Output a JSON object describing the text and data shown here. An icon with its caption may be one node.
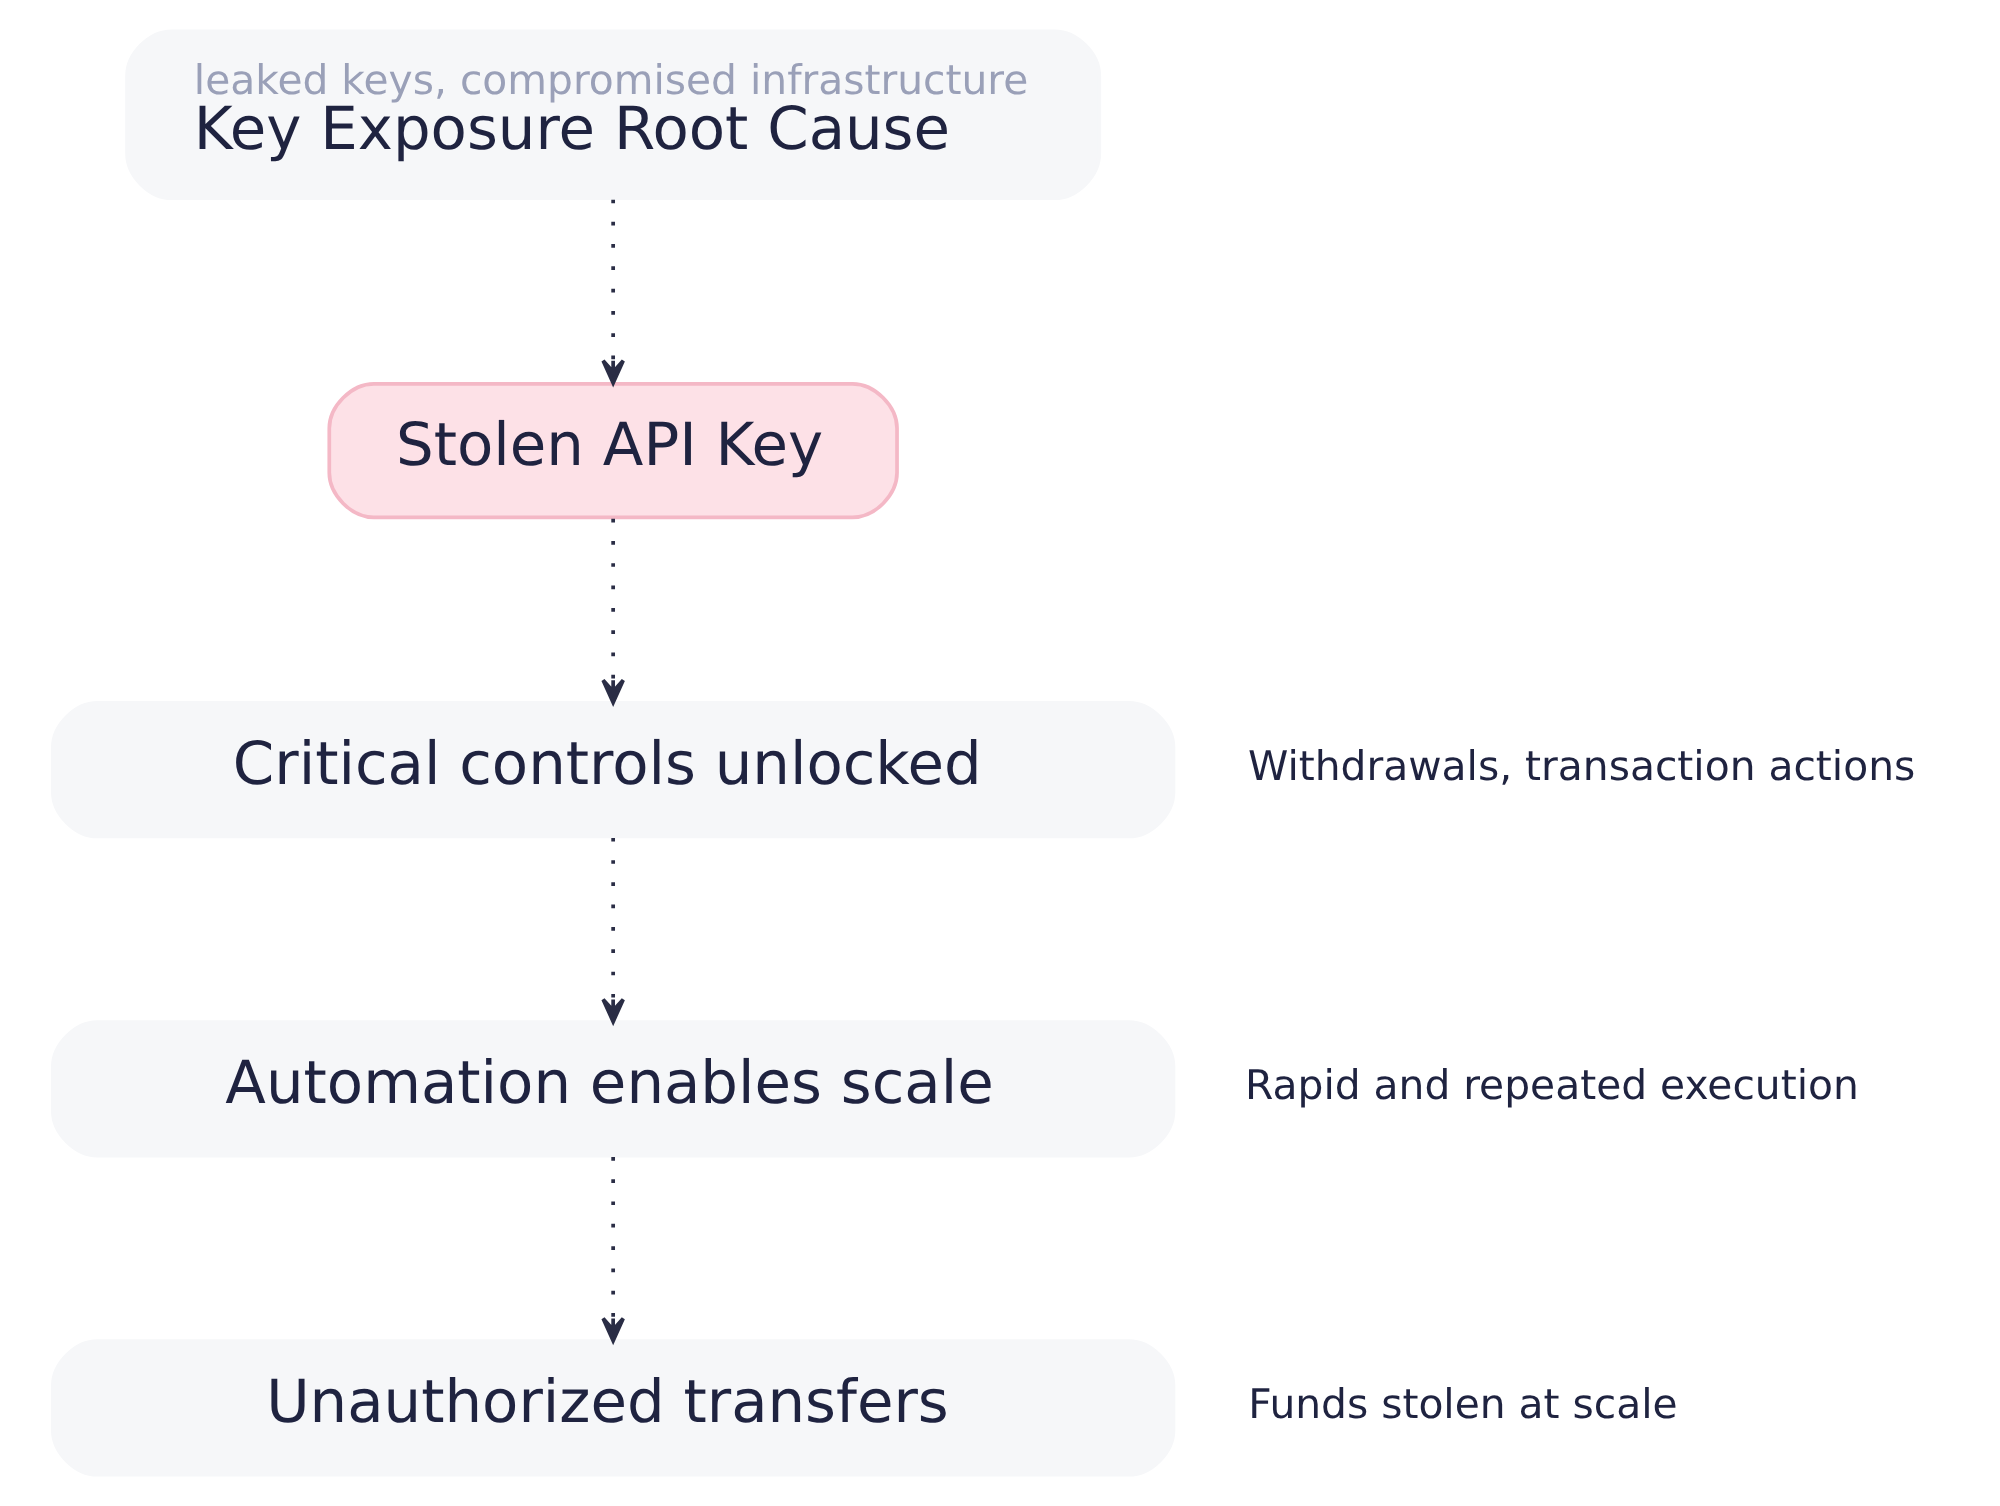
{
  "diagram": {
    "nodes": [
      {
        "text": [
          "leaked keys, compromised infrastructure",
          "Key Exposure Root Cause"
        ]
      },
      {
        "text": [
          "Stolen API Key"
        ]
      },
      {
        "text": [
          "Critical controls unlocked"
        ],
        "beside": [
          "Withdrawals, transaction actions"
        ]
      },
      {
        "text": [
          "Automation enables scale"
        ],
        "beside": [
          "Rapid and repeated execution"
        ]
      },
      {
        "text": [
          "Unauthorized transfers"
        ],
        "beside": [
          "Funds stolen at scale"
        ]
      }
    ],
    "edges": [
      {
        "from": 0,
        "to": 1,
        "arrow": "to",
        "style": "dashed"
      },
      {
        "from": 1,
        "to": 2,
        "arrow": "to",
        "style": "dashed"
      },
      {
        "from": 2,
        "to": 3,
        "arrow": "to",
        "style": "dashed"
      },
      {
        "from": 3,
        "to": 4,
        "arrow": "to",
        "style": "dashed"
      }
    ]
  }
}
